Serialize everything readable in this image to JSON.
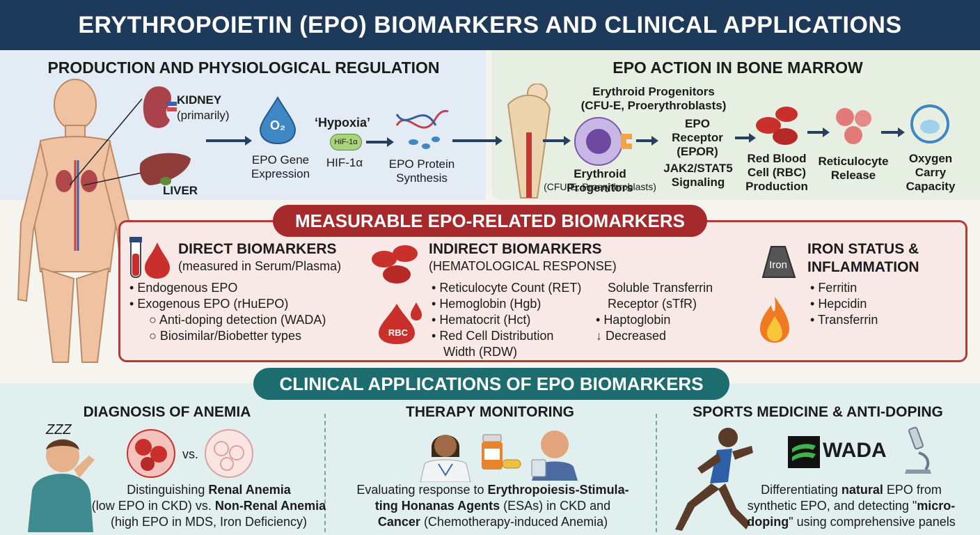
{
  "title": "ERYTHROPOIETIN (EPO) BIOMARKERS AND CLINICAL APPLICATIONS",
  "production": {
    "heading": "PRODUCTION AND PHYSIOLOGICAL REGULATION",
    "kidney": "KIDNEY",
    "kidney_note": "(primarily)",
    "liver": "LIVER",
    "o2": "O₂",
    "hypoxia": "‘Hypoxia’",
    "hif_chip": "HiF-1α",
    "gene_expression": "EPO Gene Expression",
    "hif": "HIF-1α",
    "protein_synthesis": "EPO Protein Synthesis"
  },
  "marrow": {
    "heading": "EPO ACTION IN BONE MARROW",
    "progenitors_top": "Erythroid Progenitors",
    "progenitors_top_sub": "(CFU-E, Proerythroblasts)",
    "progenitors_bottom": "Erythroid Progenitors",
    "progenitors_bottom_sub": "(CFU-E, Proerythroblasts)",
    "receptor": "EPO Receptor (EPOR)",
    "signaling": "JAK2/STAT5 Signaling",
    "rbc": "Red Blood Cell (RBC) Production",
    "reticulocyte": "Reticulocyte Release",
    "oxygen": "Oxygen Carry Capacity"
  },
  "biomarkers": {
    "heading": "MEASURABLE EPO-RELATED BIOMARKERS",
    "direct": {
      "title": "DIRECT BIOMARKERS",
      "subtitle": "(measured in Serum/Plasma)",
      "items": [
        "Endogenous EPO",
        "Exogenous EPO (rHuEPO)"
      ],
      "subitems": [
        "Anti-doping detection (WADA)",
        "Biosimilar/Biobetter types"
      ]
    },
    "indirect": {
      "title": "INDIRECT BIOMARKERS",
      "subtitle": "(HEMATOLOGICAL RESPONSE)",
      "items": [
        "Reticulocyte Count (RET)",
        "Hemoglobin (Hgb)",
        "Hematocrit (Hct)",
        "Red Cell Distribution",
        "Width (RDW)"
      ],
      "items2": [
        "Soluble Transferrin",
        "Receptor (sTfR)",
        "Haptoglobin",
        "Decreased"
      ],
      "rbc_label": "RBC"
    },
    "iron": {
      "title_line1": "IRON STATUS &",
      "title_line2": "INFLAMMATION",
      "items": [
        "Ferritin",
        "Hepcidin",
        "Transferrin"
      ],
      "iron_label": "Iron"
    }
  },
  "clinical": {
    "heading": "CLINICAL APPLICATIONS OF EPO BIOMARKERS",
    "anemia": {
      "title": "DIAGNOSIS OF ANEMIA",
      "vs": "vs.",
      "zzz": "ZZZ",
      "t1": "Distinguishing ",
      "b1": "Renal Anemia",
      "t2": "(low EPO in CKD) vs. ",
      "b2": "Non-Renal Anemia",
      "t3": "(high EPO in MDS, Iron Deficiency)"
    },
    "therapy": {
      "title": "THERAPY MONITORING",
      "t1": "Evaluating response to ",
      "b1": "Erythropoiesis-Stimula-",
      "b2": "ting Honanas Agents",
      "t2": " (ESAs) in CKD and",
      "b3": "Cancer",
      "t3": " (Chemotherapy-induced Anemia)"
    },
    "sports": {
      "title": "SPORTS MEDICINE & ANTI-DOPING",
      "wada": "WADA",
      "t1": "Differentiating ",
      "b1": "natural",
      "t2": " EPO from",
      "t3": "synthetic EPO, and detecting \"",
      "b2": "micro-",
      "b3": "doping",
      "t4": "\" using comprehensive panels"
    }
  },
  "colors": {
    "navy": "#1e3a5a",
    "red": "#a62a2b",
    "teal": "#1d6d6f"
  }
}
